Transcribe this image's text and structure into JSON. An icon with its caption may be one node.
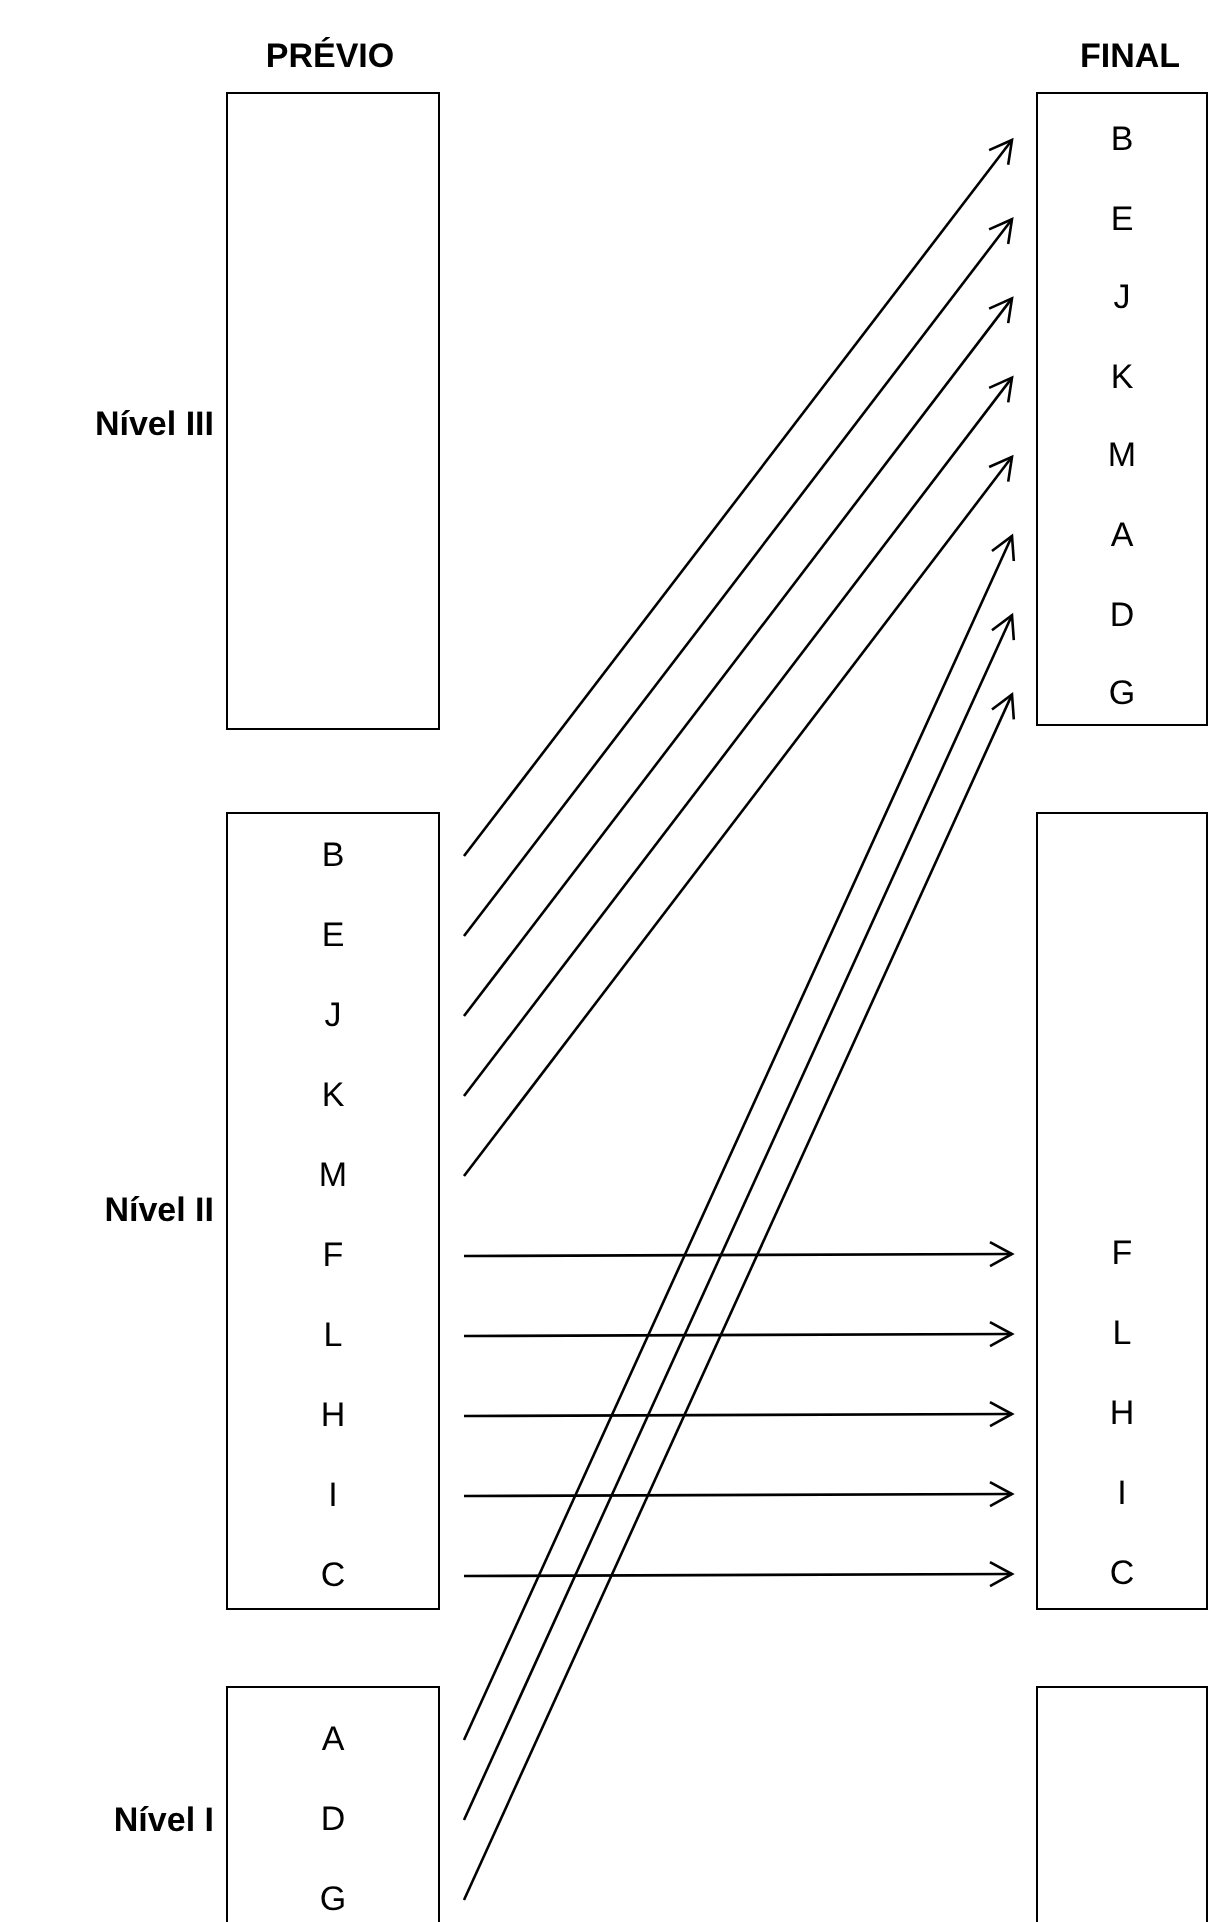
{
  "diagram": {
    "nodes": [
      {
        "text": [],
        "shape": "box",
        "beside": [
          "Nível III"
        ]
      },
      {
        "text": [],
        "shape": "box",
        "beside": [
          "Nível II"
        ]
      },
      {
        "text": [
          "B"
        ],
        "in": 1
      },
      {
        "text": [
          "E"
        ],
        "in": 1
      },
      {
        "text": [
          "J"
        ],
        "in": 1
      },
      {
        "text": [
          "K"
        ],
        "in": 1
      },
      {
        "text": [
          "M"
        ],
        "in": 1
      },
      {
        "text": [
          "F"
        ],
        "in": 1
      },
      {
        "text": [
          "L"
        ],
        "in": 1
      },
      {
        "text": [
          "H"
        ],
        "in": 1
      },
      {
        "text": [
          "I"
        ],
        "in": 1
      },
      {
        "text": [
          "C"
        ],
        "in": 1
      },
      {
        "text": [],
        "shape": "box",
        "beside": [
          "Nível I"
        ]
      },
      {
        "text": [
          "A"
        ],
        "in": 12
      },
      {
        "text": [
          "D"
        ],
        "in": 12
      },
      {
        "text": [
          "G"
        ],
        "in": 12
      },
      {
        "text": [],
        "shape": "box"
      },
      {
        "text": [
          "B"
        ],
        "in": 16
      },
      {
        "text": [
          "E"
        ],
        "in": 16
      },
      {
        "text": [
          "J"
        ],
        "in": 16
      },
      {
        "text": [
          "K"
        ],
        "in": 16
      },
      {
        "text": [
          "M"
        ],
        "in": 16
      },
      {
        "text": [
          "A"
        ],
        "in": 16
      },
      {
        "text": [
          "D"
        ],
        "in": 16
      },
      {
        "text": [
          "G"
        ],
        "in": 16
      },
      {
        "text": [],
        "shape": "box"
      },
      {
        "text": [
          "F"
        ],
        "in": 25
      },
      {
        "text": [
          "L"
        ],
        "in": 25
      },
      {
        "text": [
          "H"
        ],
        "in": 25
      },
      {
        "text": [
          "I"
        ],
        "in": 25
      },
      {
        "text": [
          "C"
        ],
        "in": 25
      },
      {
        "text": [],
        "shape": "box"
      }
    ],
    "edges": [
      {
        "from": 2,
        "to": 17,
        "arrow": "to"
      },
      {
        "from": 3,
        "to": 18,
        "arrow": "to"
      },
      {
        "from": 4,
        "to": 19,
        "arrow": "to"
      },
      {
        "from": 5,
        "to": 20,
        "arrow": "to"
      },
      {
        "from": 6,
        "to": 21,
        "arrow": "to"
      },
      {
        "from": 13,
        "to": 22,
        "arrow": "to"
      },
      {
        "from": 14,
        "to": 23,
        "arrow": "to"
      },
      {
        "from": 15,
        "to": 24,
        "arrow": "to"
      },
      {
        "from": 7,
        "to": 26,
        "arrow": "to"
      },
      {
        "from": 8,
        "to": 27,
        "arrow": "to"
      },
      {
        "from": 9,
        "to": 28,
        "arrow": "to"
      },
      {
        "from": 10,
        "to": 29,
        "arrow": "to"
      },
      {
        "from": 11,
        "to": 30,
        "arrow": "to"
      }
    ],
    "labels": [
      "PRÉVIO",
      "FINAL"
    ]
  }
}
